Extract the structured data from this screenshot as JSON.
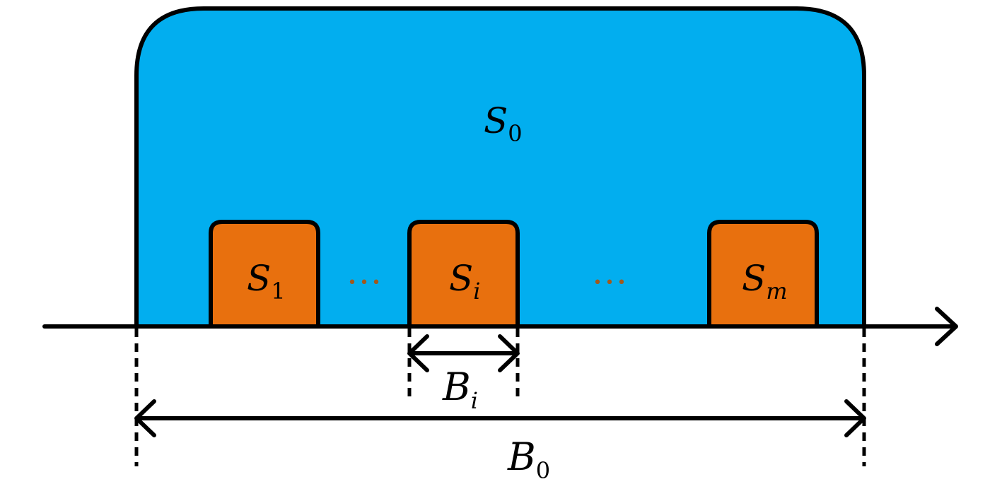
{
  "colors": {
    "outer_fill": "#02AEEF",
    "block_fill": "#E8700E",
    "dots": "#A05A1E",
    "stroke": "#000000"
  },
  "labels": {
    "outer": {
      "base": "S",
      "sub": "0"
    },
    "block_1": {
      "base": "S",
      "sub": "1"
    },
    "block_i": {
      "base": "S",
      "sub": "i"
    },
    "block_m": {
      "base": "S",
      "sub": "m"
    },
    "width_i": {
      "base": "B",
      "sub": "i"
    },
    "width_0": {
      "base": "B",
      "sub": "0"
    }
  },
  "ellipsis": [
    "•••",
    "•••"
  ],
  "icons": [
    "axis-arrow-icon",
    "double-arrow-icon"
  ]
}
